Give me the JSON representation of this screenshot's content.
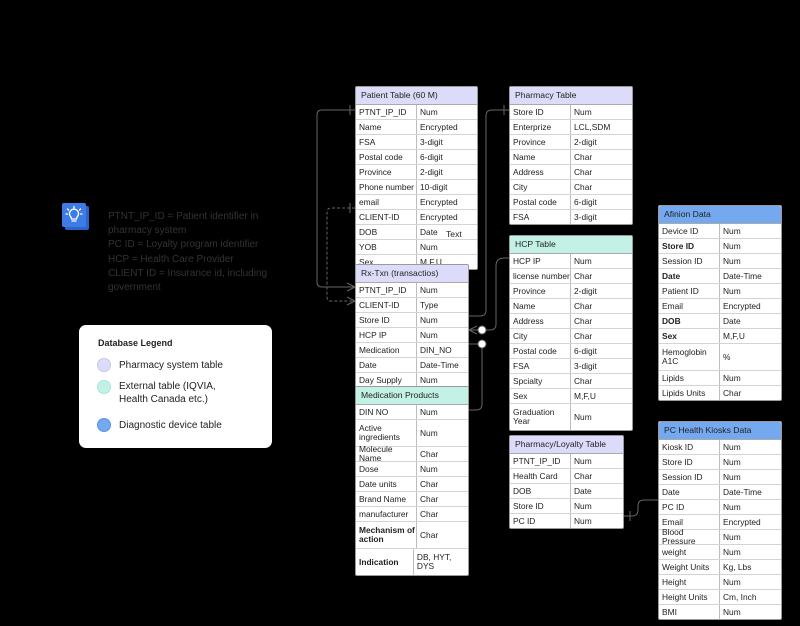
{
  "info_text": [
    "PTNT_IP_ID = Patient identifier in",
    "pharmacy system",
    "PC ID = Loyalty program identifier",
    "HCP = Health Care Provider",
    "CLIENT ID = Insurance id, including",
    "government"
  ],
  "legend": {
    "title": "Database Legend",
    "items": [
      {
        "label": "Pharmacy system table",
        "color": "#dcdcfa"
      },
      {
        "label": "External table (IQVIA, Health Canada etc.)",
        "color": "#c3f1e6"
      },
      {
        "label": "Diagnostic device table",
        "color": "#74a9ef"
      }
    ]
  },
  "floating_label": "Text",
  "tables": {
    "patient": {
      "title": "Patient Table (60 M)",
      "color": "#dcdcfa",
      "rows": [
        [
          "PTNT_IP_ID",
          "Num"
        ],
        [
          "Name",
          "Encrypted"
        ],
        [
          "FSA",
          "3-digit"
        ],
        [
          "Postal code",
          "6-digit"
        ],
        [
          "Province",
          "2-digit"
        ],
        [
          "Phone number",
          "10-digit"
        ],
        [
          "email",
          "Encrypted"
        ],
        [
          "CLIENT-ID",
          "Encrypted"
        ],
        [
          "DOB",
          "Date"
        ],
        [
          "YOB",
          "Num"
        ],
        [
          "Sex",
          "M,F,U"
        ]
      ]
    },
    "pharmacy": {
      "title": "Pharmacy Table",
      "color": "#dcdcfa",
      "rows": [
        [
          "Store ID",
          "Num"
        ],
        [
          "Enterprize",
          "LCL,SDM"
        ],
        [
          "Province",
          "2-digit"
        ],
        [
          "Name",
          "Char"
        ],
        [
          "Address",
          "Char"
        ],
        [
          "City",
          "Char"
        ],
        [
          "Postal code",
          "6-digit"
        ],
        [
          "FSA",
          "3-digit"
        ]
      ]
    },
    "rxtxn": {
      "title": "Rx-Txn (transactios)",
      "color": "#dcdcfa",
      "rows": [
        [
          "PTNT_IP_ID",
          "Num"
        ],
        [
          "CLIENT-ID",
          "Type"
        ],
        [
          "Store ID",
          "Num"
        ],
        [
          "HCP IP",
          "Num"
        ],
        [
          "Medication",
          "DIN_NO"
        ],
        [
          "Date",
          "Date-Time"
        ],
        [
          "Day Supply",
          "Num"
        ]
      ]
    },
    "hcp": {
      "title": "HCP Table",
      "color": "#c3f1e6",
      "rows": [
        [
          "HCP IP",
          "Num"
        ],
        [
          "license number",
          "Char"
        ],
        [
          "Province",
          "2-digit"
        ],
        [
          "Name",
          "Char"
        ],
        [
          "Address",
          "Char"
        ],
        [
          "City",
          "Char"
        ],
        [
          "Postal code",
          "6-digit"
        ],
        [
          "FSA",
          "3-digit"
        ],
        [
          "Spcialty",
          "Char"
        ],
        [
          "Sex",
          "M,F,U"
        ],
        [
          "Graduation Year",
          "Num"
        ]
      ]
    },
    "medication": {
      "title": "Medication Products",
      "color": "#c3f1e6",
      "rows": [
        [
          "DIN NO",
          "Num"
        ],
        [
          "Active ingredients",
          "Num"
        ],
        [
          "Molecule Name",
          "Char"
        ],
        [
          "Dose",
          "Num"
        ],
        [
          "Date units",
          "Char"
        ],
        [
          "Brand Name",
          "Char"
        ],
        [
          "manufacturer",
          "Char"
        ],
        [
          "Mechanism of action",
          "Char"
        ],
        [
          "Indication",
          "DB, HYT, DYS"
        ]
      ]
    },
    "loyalty": {
      "title": "Pharmacy/Loyalty Table",
      "color": "#dcdcfa",
      "rows": [
        [
          "PTNT_IP_ID",
          "Num"
        ],
        [
          "Health Card",
          "Char"
        ],
        [
          "DOB",
          "Date"
        ],
        [
          "Store ID",
          "Num"
        ],
        [
          "PC ID",
          "Num"
        ]
      ]
    },
    "afinion": {
      "title": "Afinion Data",
      "color": "#74a9ef",
      "rows": [
        [
          "Device ID",
          "Num"
        ],
        [
          "Store ID",
          "Num"
        ],
        [
          "Session ID",
          "Num"
        ],
        [
          "Date",
          "Date-Time"
        ],
        [
          "Patient ID",
          "Num"
        ],
        [
          "Email",
          "Encrypted"
        ],
        [
          "DOB",
          "Date"
        ],
        [
          "Sex",
          "M,F,U"
        ],
        [
          "Hemoglobin A1C",
          "%"
        ],
        [
          "Lipids",
          "Num"
        ],
        [
          "Lipids Units",
          "Char"
        ]
      ]
    },
    "kiosk": {
      "title": "PC Health Kiosks Data",
      "color": "#74a9ef",
      "rows": [
        [
          "Kiosk ID",
          "Num"
        ],
        [
          "Store ID",
          "Num"
        ],
        [
          "Session ID",
          "Num"
        ],
        [
          "Date",
          "Date-Time"
        ],
        [
          "PC ID",
          "Num"
        ],
        [
          "Email",
          "Encrypted"
        ],
        [
          "Blood Pressure",
          "Num"
        ],
        [
          "weight",
          "Num"
        ],
        [
          "Weight Units",
          "Kg, Lbs"
        ],
        [
          "Height",
          "Num"
        ],
        [
          "Height Units",
          "Cm, Inch"
        ],
        [
          "BMI",
          "Num"
        ]
      ]
    }
  }
}
